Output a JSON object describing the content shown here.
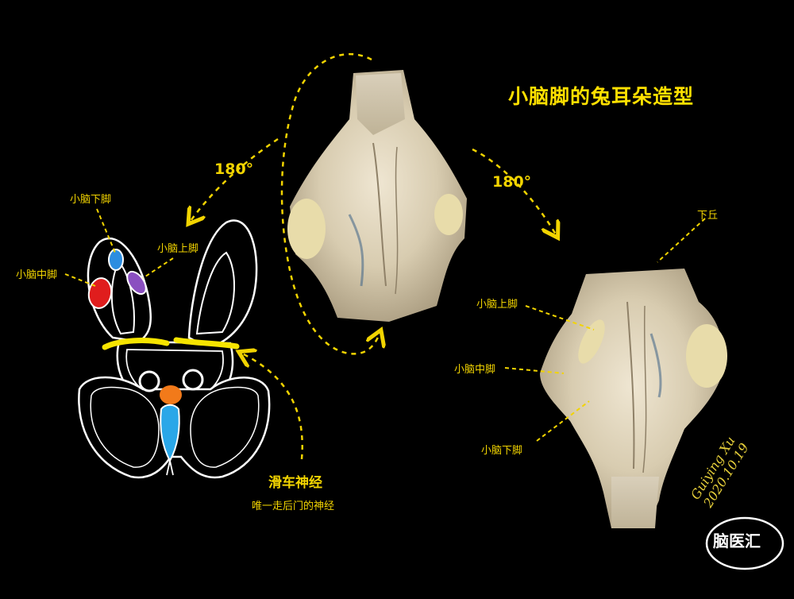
{
  "title": "小脑脚的兔耳朵造型",
  "rotation_left": "180°",
  "rotation_right": "180°",
  "bunny_labels": {
    "inferior": "小脑下脚",
    "superior": "小脑上脚",
    "middle": "小脑中脚"
  },
  "specimen_labels": {
    "inferior_colliculus": "下丘",
    "superior": "小脑上脚",
    "middle": "小脑中脚",
    "inferior": "小脑下脚"
  },
  "trochlear": {
    "title": "滑车神经",
    "subtitle": "唯一走后门的神经"
  },
  "watermark": "脑医汇",
  "signature": "Guiying Xu 2020.10.19",
  "colors": {
    "background": "#000000",
    "label": "#f2d400",
    "middle_peduncle": "#e01d1d",
    "inferior_peduncle": "#2c8de0",
    "superior_peduncle": "#8a4fc0",
    "nose": "#f27a1a",
    "aqueduct": "#2aa7e8"
  }
}
